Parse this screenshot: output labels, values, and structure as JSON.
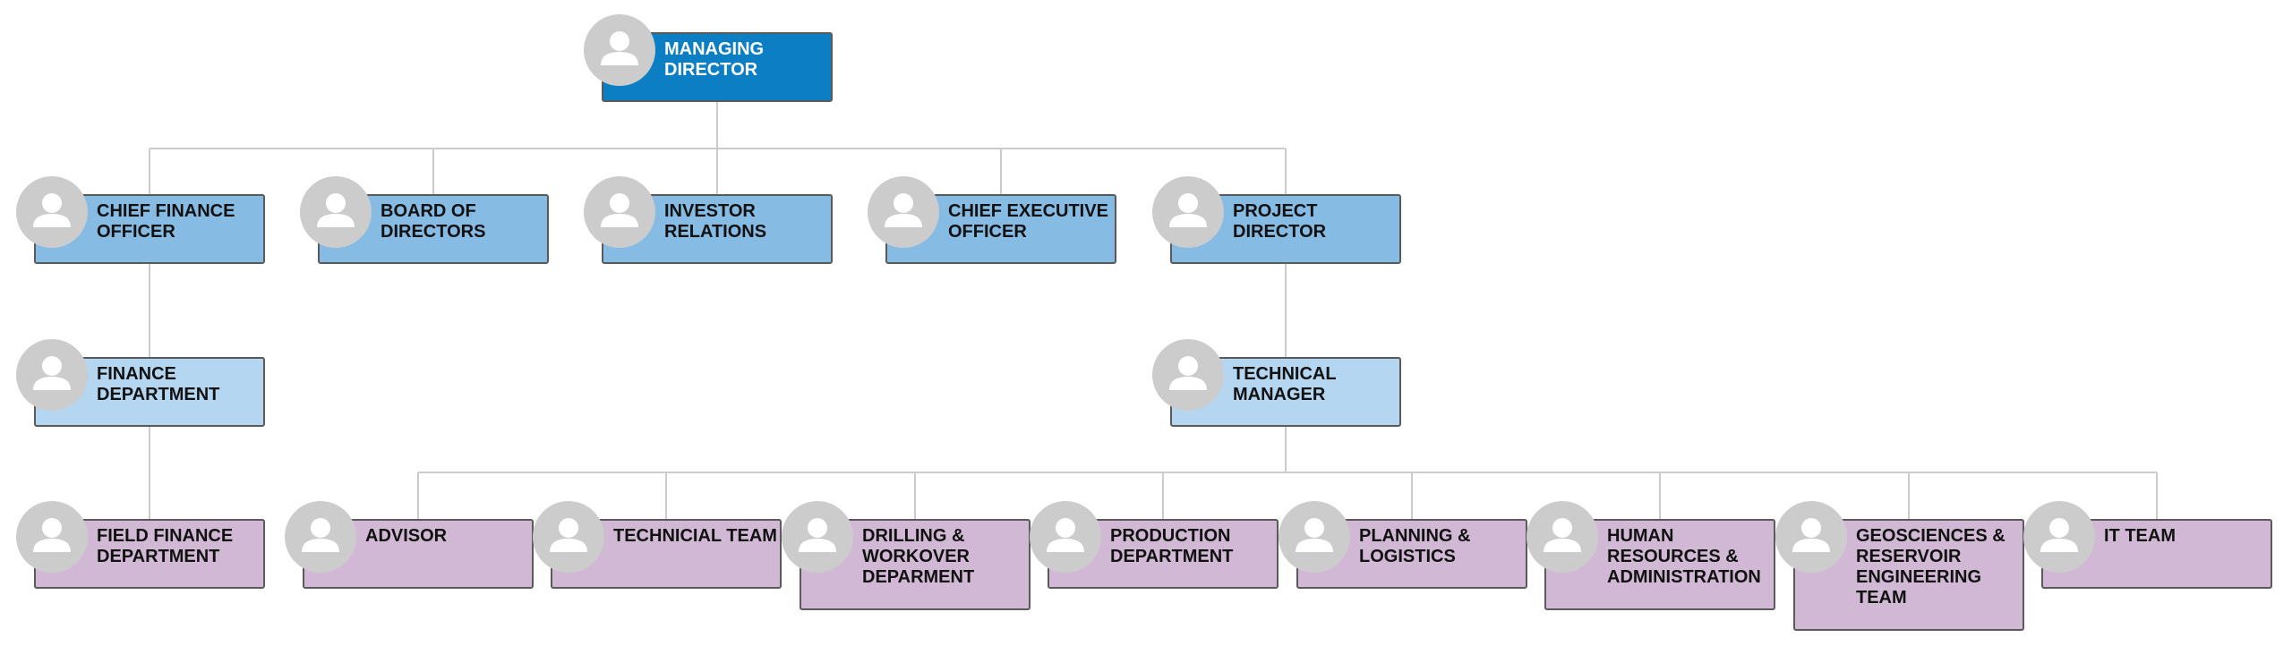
{
  "org_chart": {
    "nodes": [
      {
        "id": "md",
        "label": "Managing Director",
        "level": 0,
        "parent": null
      },
      {
        "id": "cfo",
        "label": "Chief Finance Officer",
        "level": 1,
        "parent": "md"
      },
      {
        "id": "board",
        "label": "Board of Directors",
        "level": 1,
        "parent": "md"
      },
      {
        "id": "ir",
        "label": "Investor Relations",
        "level": 1,
        "parent": "md"
      },
      {
        "id": "ceo",
        "label": "Chief Executive Officer",
        "level": 1,
        "parent": "md"
      },
      {
        "id": "pd",
        "label": "Project Director",
        "level": 1,
        "parent": "md"
      },
      {
        "id": "fin",
        "label": "Finance Department",
        "level": 2,
        "parent": "cfo"
      },
      {
        "id": "tm",
        "label": "Technical Manager",
        "level": 2,
        "parent": "pd"
      },
      {
        "id": "ffd",
        "label": "Field Finance Department",
        "level": 3,
        "parent": "fin"
      },
      {
        "id": "adv",
        "label": "Advisor",
        "level": 3,
        "parent": "tm"
      },
      {
        "id": "tt",
        "label": "Technicial Team",
        "level": 3,
        "parent": "tm"
      },
      {
        "id": "dw",
        "label": "Drilling & Workover Deparment",
        "level": 3,
        "parent": "tm"
      },
      {
        "id": "prod",
        "label": "Production Department",
        "level": 3,
        "parent": "tm"
      },
      {
        "id": "pl",
        "label": "Planning & Logistics",
        "level": 3,
        "parent": "tm"
      },
      {
        "id": "hr",
        "label": "Human Resources & Administration",
        "level": 3,
        "parent": "tm"
      },
      {
        "id": "geo",
        "label": "Geosciences & Reservoir Engineering Team",
        "level": 3,
        "parent": "tm"
      },
      {
        "id": "it",
        "label": "IT Team",
        "level": 3,
        "parent": "tm"
      }
    ]
  },
  "colors": {
    "level_0": "#0b7ec4",
    "level_1": "#86bbe4",
    "level_2": "#b4d6f1",
    "level_3": "#d1b8d4",
    "avatar": "#cccccc",
    "connector": "#cccccc",
    "border": "#5a5a5a"
  },
  "icons": {
    "avatar": "person-silhouette-icon"
  }
}
